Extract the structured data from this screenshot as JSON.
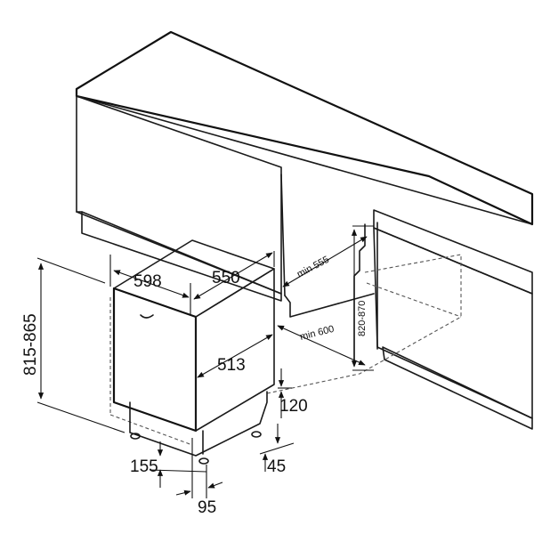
{
  "dimensions": {
    "width": "598",
    "depth": "550",
    "niche_depth_min": "min 555",
    "niche_width_min": "min 600",
    "niche_height": "820-870",
    "total_height": "815-865",
    "side_depth": "513",
    "plinth_height": "120",
    "plinth_min": "45",
    "foot_height": "155",
    "foot_offset": "95"
  }
}
